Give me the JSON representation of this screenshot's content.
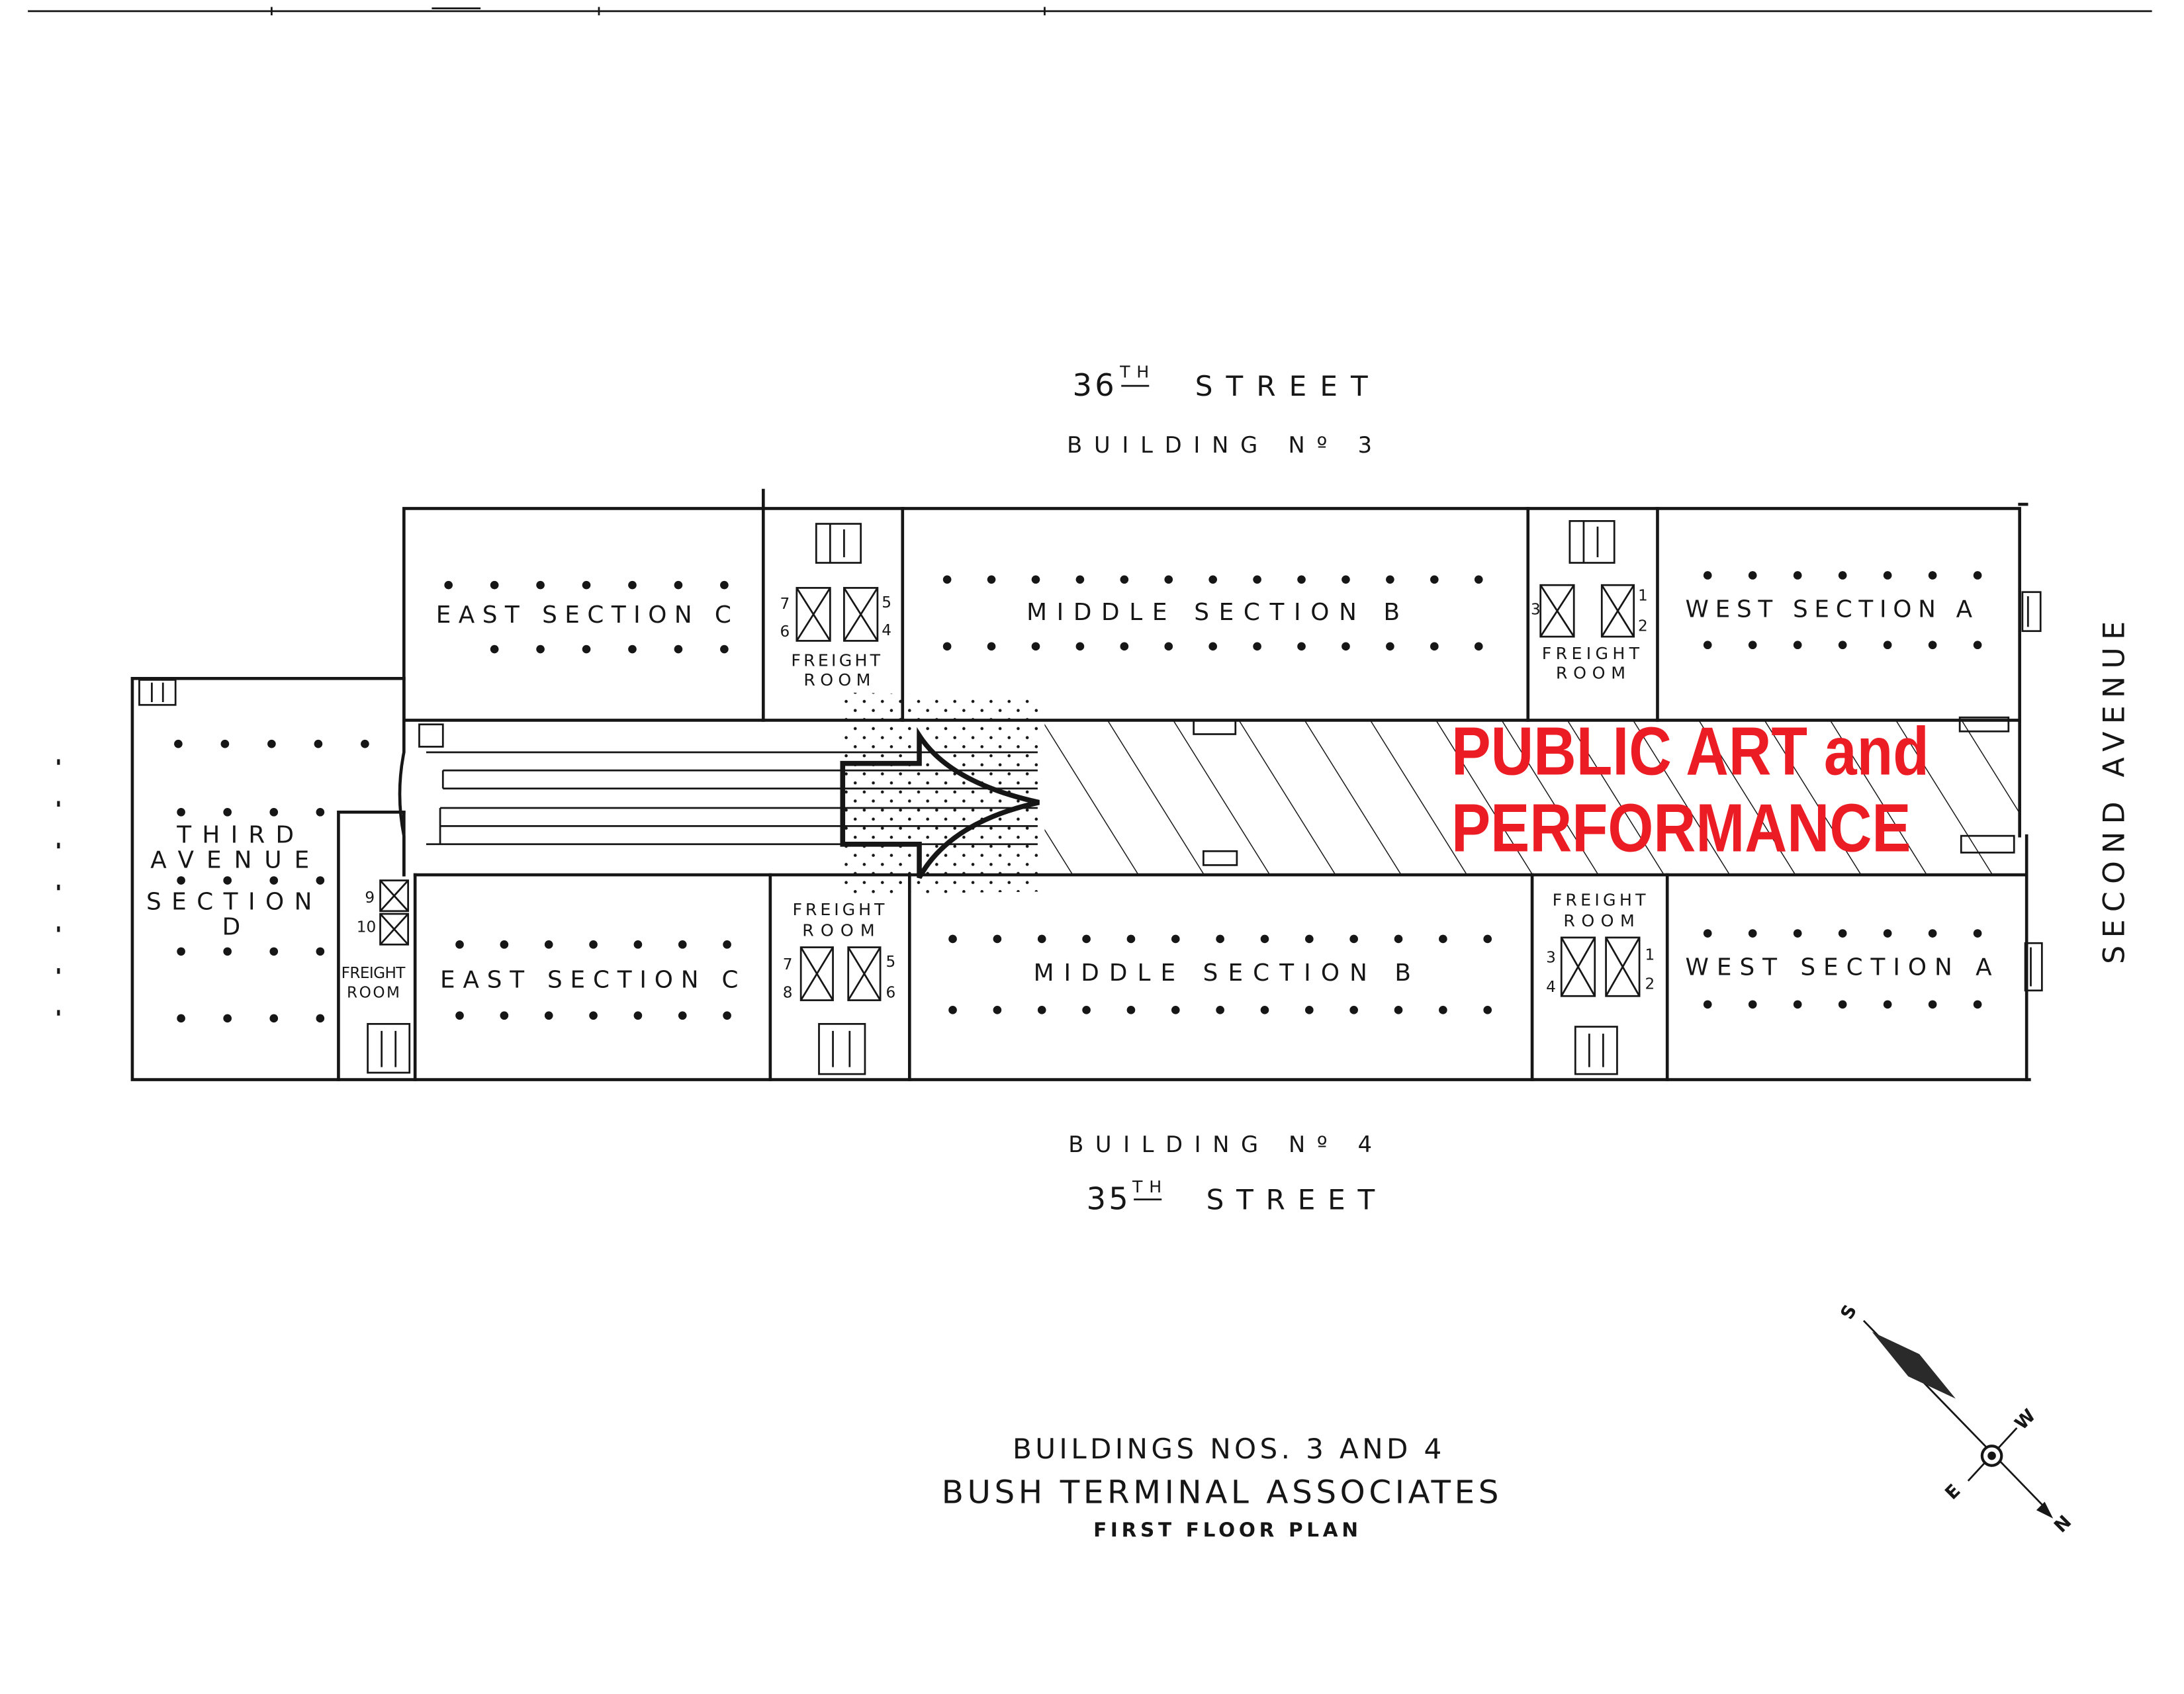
{
  "drawing": {
    "ink_color": "#161616",
    "highlight_color": "#ec1c24",
    "paper_color": "#ffffff"
  },
  "streets": {
    "top": {
      "number": "36",
      "suffix": "TH",
      "name": "STREET"
    },
    "bottom": {
      "number": "35",
      "suffix": "TH",
      "name": "STREET"
    },
    "right": "SECOND AVENUE"
  },
  "buildings": {
    "top": "BUILDING Nº 3",
    "bottom": "BUILDING Nº 4"
  },
  "sections": {
    "top_east": "EAST SECTION C",
    "top_middle": "MIDDLE SECTION B",
    "top_west": "WEST SECTION A",
    "bottom_east": "EAST SECTION C",
    "bottom_middle": "MIDDLE SECTION B",
    "bottom_west": "WEST SECTION A",
    "third_avenue": {
      "line1": "THIRD",
      "line2": "AVENUE",
      "line3": "SECTION",
      "line4": "D"
    }
  },
  "freight_rooms": {
    "top_left": {
      "line1": "FREIGHT",
      "line2": "ROOM",
      "elevators": [
        "7",
        "6",
        "5",
        "4"
      ]
    },
    "top_right": {
      "line1": "FREIGHT",
      "line2": "ROOM",
      "elevators": [
        "3",
        "1",
        "2"
      ]
    },
    "bottom_far_left": {
      "line1": "FREIGHT",
      "line2": "ROOM",
      "elevators": [
        "9",
        "10"
      ]
    },
    "bottom_middle": {
      "line1": "FREIGHT",
      "line2": "ROOM",
      "elevators": [
        "7",
        "8",
        "5",
        "6"
      ]
    },
    "bottom_right": {
      "line1": "FREIGHT",
      "line2": "ROOM",
      "elevators": [
        "3",
        "4",
        "1",
        "2"
      ]
    }
  },
  "highlight": {
    "line1": "PUBLIC ART and",
    "line2": "PERFORMANCE"
  },
  "compass": {
    "south": "S",
    "west": "W",
    "east": "E",
    "north": "N"
  },
  "title_block": {
    "line1": "BUILDINGS NOS. 3 AND 4",
    "line2": "BUSH TERMINAL ASSOCIATES",
    "line3": "FIRST FLOOR PLAN"
  }
}
